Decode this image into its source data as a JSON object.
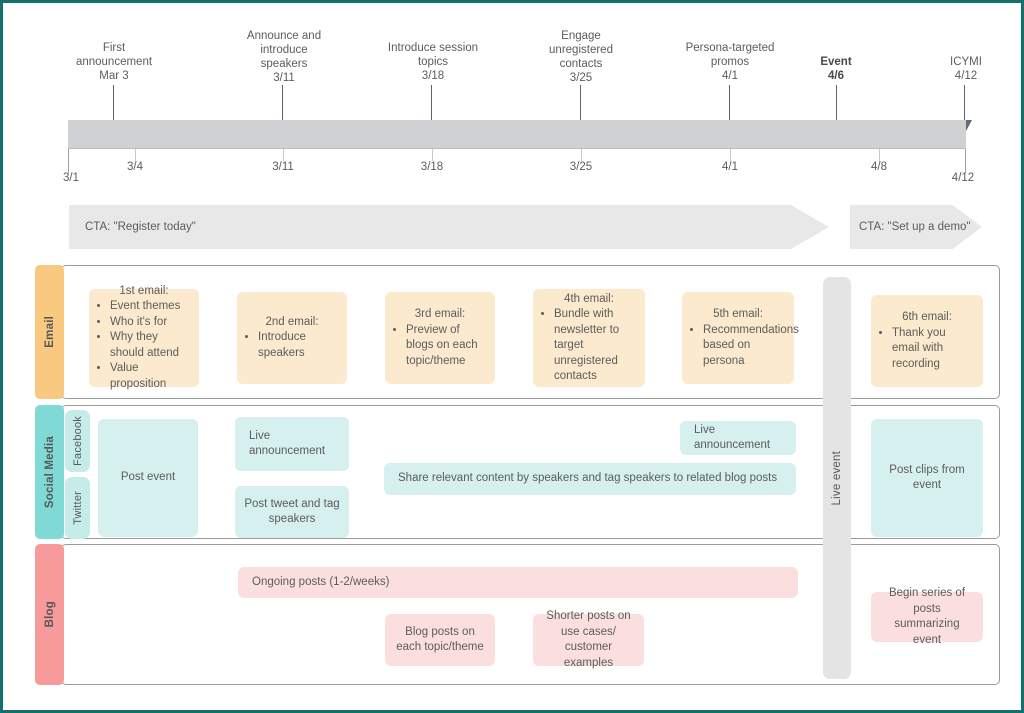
{
  "theme": {
    "page_border": "#14706e",
    "email_color": "#fbeacd",
    "email_tab": "#f8c97e",
    "social_color": "#d5f0ee",
    "social_tab": "#7fdad5",
    "blog_color": "#fbdfdf",
    "blog_tab": "#f79a9a",
    "timeline_bar": "#d0d1d3",
    "cta_color": "#e8e8e8"
  },
  "timeline": {
    "milestones": [
      {
        "label": "First\nannouncement\nMar 3",
        "bold": false
      },
      {
        "label": "Announce and\nintroduce\nspeakers\n3/11",
        "bold": false
      },
      {
        "label": "Introduce session\ntopics\n3/18",
        "bold": false
      },
      {
        "label": "Engage\nunregistered\ncontacts\n3/25",
        "bold": false
      },
      {
        "label": "Persona-targeted\npromos\n4/1",
        "bold": false
      },
      {
        "label": "Event\n4/6",
        "bold": true
      },
      {
        "label": "ICYMI\n4/12",
        "bold": false
      }
    ],
    "ticks": [
      {
        "label": "3/1"
      },
      {
        "label": "3/4"
      },
      {
        "label": "3/11"
      },
      {
        "label": "3/18"
      },
      {
        "label": "3/25"
      },
      {
        "label": "4/1"
      },
      {
        "label": "4/8"
      },
      {
        "label": "4/12"
      }
    ]
  },
  "ctas": [
    {
      "label": "CTA: \"Register today\""
    },
    {
      "label": "CTA: \"Set up a demo\""
    }
  ],
  "live_event": {
    "label": "Live event"
  },
  "lanes": [
    {
      "name": "Email",
      "label": "Email",
      "cards": [
        {
          "title": "1st email:",
          "items": [
            "Event themes",
            "Who it's for",
            "Why they should attend",
            "Value proposition"
          ]
        },
        {
          "title": "2nd email:",
          "items": [
            "Introduce speakers"
          ]
        },
        {
          "title": "3rd email:",
          "items": [
            "Preview of blogs on each topic/theme"
          ]
        },
        {
          "title": "4th email:",
          "items": [
            "Bundle with newsletter to target unregistered contacts"
          ]
        },
        {
          "title": "5th email:",
          "items": [
            "Recommendations based on persona"
          ]
        },
        {
          "title": "6th email:",
          "items": [
            "Thank you email with recording"
          ]
        }
      ]
    },
    {
      "name": "Social Media",
      "label": "Social Media",
      "subchannels": [
        {
          "label": "Facebook"
        },
        {
          "label": "Twitter"
        }
      ],
      "cards": [
        {
          "text": "Post event"
        },
        {
          "text": "Live announcement"
        },
        {
          "text": "Post tweet and tag speakers"
        },
        {
          "text": "Live announcement"
        },
        {
          "text": "Share relevant content by speakers and tag speakers to related blog posts"
        },
        {
          "text": "Post clips from event"
        }
      ]
    },
    {
      "name": "Blog",
      "label": "Blog",
      "cards": [
        {
          "text": "Ongoing posts (1-2/weeks)"
        },
        {
          "text": "Blog posts on each topic/theme"
        },
        {
          "text": "Shorter posts on use cases/ customer examples"
        },
        {
          "text": "Begin series of posts summarizing event"
        }
      ]
    }
  ]
}
